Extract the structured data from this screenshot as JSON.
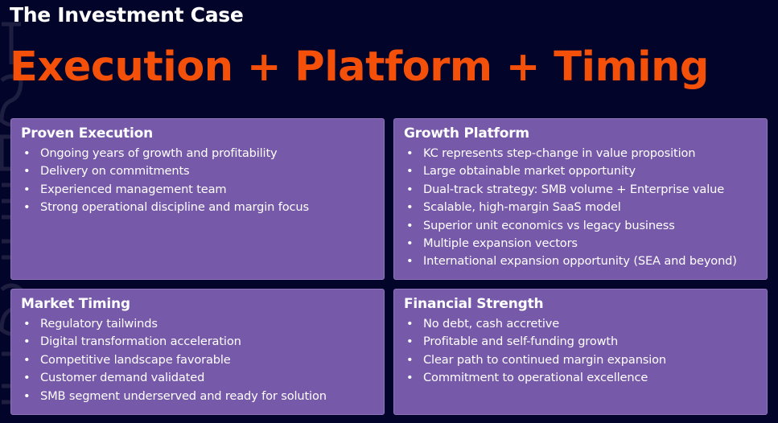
{
  "header": {
    "eyebrow": "The Investment Case",
    "headline": "Execution + Platform + Timing"
  },
  "colors": {
    "background": "#03042a",
    "accent": "#f5500a",
    "card": "#7659a8"
  },
  "bullet_glyph": "•",
  "cards": {
    "proven": {
      "title": "Proven Execution",
      "items": [
        "Ongoing years of growth and profitability",
        "Delivery on commitments",
        "Experienced management team",
        "Strong operational discipline and margin focus"
      ]
    },
    "growth": {
      "title": "Growth Platform",
      "items": [
        "KC represents step-change in value proposition",
        "Large obtainable market opportunity",
        "Dual-track strategy: SMB volume + Enterprise value",
        "Scalable, high-margin SaaS model",
        "Superior unit economics vs legacy business",
        "Multiple expansion vectors",
        "International expansion opportunity (SEA and beyond)"
      ]
    },
    "market": {
      "title": "Market Timing",
      "items": [
        "Regulatory tailwinds",
        "Digital transformation acceleration",
        "Competitive landscape favorable",
        "Customer demand validated",
        "SMB segment underserved and ready for solution"
      ]
    },
    "financial": {
      "title": "Financial Strength",
      "items": [
        "No debt, cash accretive",
        "Profitable and self-funding growth",
        "Clear path to continued margin expansion",
        "Commitment to operational excellence"
      ]
    }
  }
}
